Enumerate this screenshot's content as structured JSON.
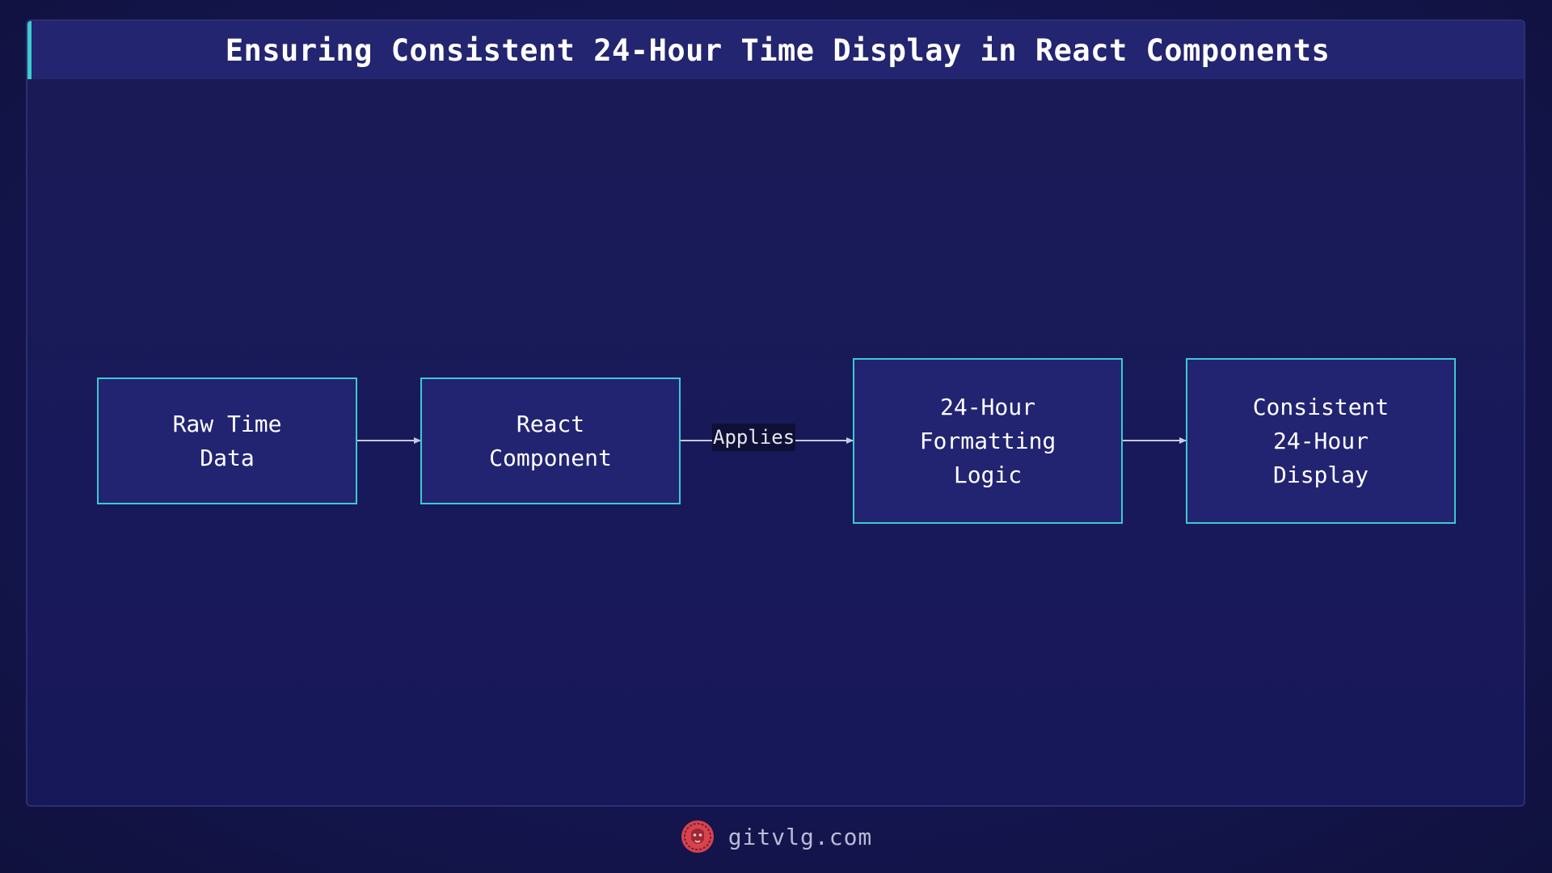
{
  "title": "Ensuring Consistent 24-Hour Time Display in React Components",
  "nodes": [
    {
      "id": "raw",
      "label": "Raw Time\nData"
    },
    {
      "id": "react",
      "label": "React\nComponent"
    },
    {
      "id": "logic",
      "label": "24-Hour\nFormatting\nLogic"
    },
    {
      "id": "display",
      "label": "Consistent\n24-Hour\nDisplay"
    }
  ],
  "edges": [
    {
      "from": "raw",
      "to": "react",
      "label": ""
    },
    {
      "from": "react",
      "to": "logic",
      "label": "Applies"
    },
    {
      "from": "logic",
      "to": "display",
      "label": ""
    }
  ],
  "footer": {
    "site": "gitvlg.com",
    "logo_icon": "lion-head-icon"
  },
  "colors": {
    "background": "#161756",
    "node_fill": "#222472",
    "node_border": "#3ec9cf",
    "title_bar": "#232570",
    "accent": "#3ec9cf",
    "edge": "#c8c9e0",
    "logo": "#d8434f"
  }
}
